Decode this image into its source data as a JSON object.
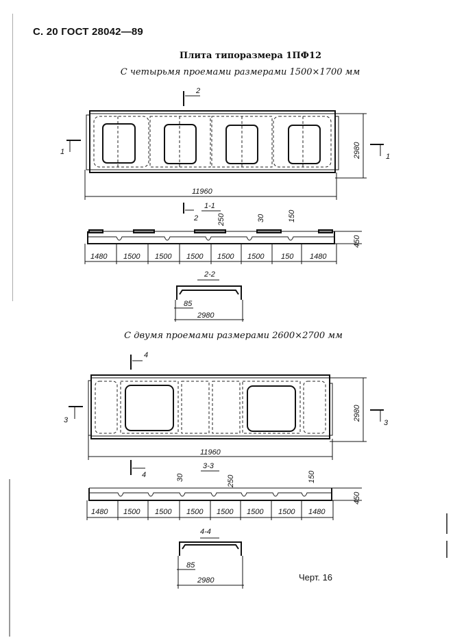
{
  "header": {
    "page_ref": "С. 20 ГОСТ 28042—89"
  },
  "title": "Плита типоразмера 1ПФ12",
  "variant1": {
    "subtitle": "С четырьмя проемами размерами 1500×1700 мм",
    "plan": {
      "length": "11960",
      "width": "2980",
      "section_mark_left": "1",
      "section_mark_right": "1",
      "section_mark_top": "2",
      "openings": 4
    },
    "section_1_1": {
      "label": "1-1",
      "cut_mark": "2",
      "dims_top": [
        "250",
        "30",
        "150"
      ],
      "height": "450",
      "bays": [
        "1480",
        "1500",
        "1500",
        "1500",
        "1500",
        "1500",
        "150",
        "1480"
      ]
    },
    "section_2_2": {
      "label": "2-2",
      "rib": "85",
      "width": "2980"
    }
  },
  "variant2": {
    "subtitle": "С двумя проемами размерами 2600×2700 мм",
    "plan": {
      "length": "11960",
      "width": "2980",
      "section_mark_left": "3",
      "section_mark_right": "3",
      "section_mark_top": "4",
      "openings": 2
    },
    "section_3_3": {
      "label": "3-3",
      "cut_mark": "4",
      "dims_top": [
        "30",
        "250",
        "150"
      ],
      "height": "450",
      "bays": [
        "1480",
        "1500",
        "1500",
        "1500",
        "1500",
        "1500",
        "1500",
        "1480"
      ]
    },
    "section_4_4": {
      "label": "4-4",
      "rib": "85",
      "width": "2980"
    }
  },
  "figure_caption": "Черт. 16"
}
